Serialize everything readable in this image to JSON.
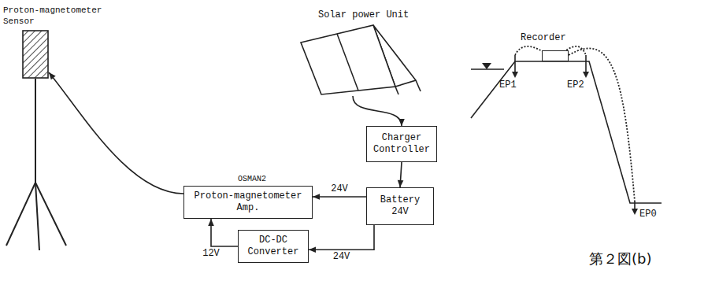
{
  "diagram": {
    "nodes": [
      {
        "text": [
          "Proton-magnetometer Sensor"
        ]
      },
      {
        "text": [
          "Solar power Unit"
        ]
      },
      {
        "text": [
          "Charger Controller"
        ]
      },
      {
        "text": [
          "Battery",
          "24V"
        ]
      },
      {
        "text": [
          "OSMAN2",
          "Proton-magnetometer Amp."
        ]
      },
      {
        "text": [
          "DC-DC Converter"
        ]
      },
      {
        "text": [
          "Recorder"
        ]
      }
    ],
    "edges": [
      {
        "from": 1,
        "to": 2,
        "arrow": "to"
      },
      {
        "from": 2,
        "to": 3,
        "arrow": "to"
      },
      {
        "from": 3,
        "to": 4,
        "label": "24V",
        "arrow": "to"
      },
      {
        "from": 3,
        "to": 5,
        "label": "24V",
        "arrow": "to"
      },
      {
        "from": 5,
        "to": 4,
        "label": "12V",
        "arrow": "to"
      },
      {
        "from": 4,
        "to": 0,
        "arrow": "to"
      }
    ],
    "labels": [
      "EP1",
      "EP2",
      "EP0",
      "第２図(b)"
    ]
  }
}
